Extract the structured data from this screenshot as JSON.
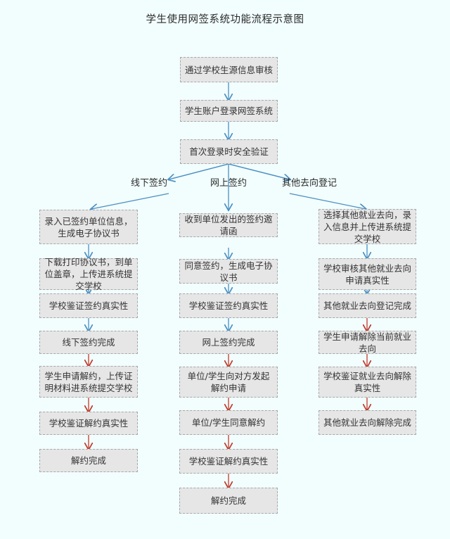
{
  "title": "学生使用网签系统功能流程示意图",
  "colors": {
    "background": "#f2fdfd",
    "node_fill": "#e6e6e6",
    "node_border": "#a8a8a8",
    "edge_blue": "#4a90c4",
    "edge_red": "#c0392b",
    "text": "#333333"
  },
  "trunk": [
    {
      "id": "t1",
      "label": "通过学校生源信息审核"
    },
    {
      "id": "t2",
      "label": "学生账户登录网签系统"
    },
    {
      "id": "t3",
      "label": "首次登录时安全验证"
    }
  ],
  "branch_labels": [
    {
      "id": "b-left",
      "label": "线下签约"
    },
    {
      "id": "b-mid",
      "label": "网上签约"
    },
    {
      "id": "b-right",
      "label": "其他去向登记"
    }
  ],
  "columns": {
    "left": {
      "name": "线下签约",
      "nodes": [
        {
          "id": "l1",
          "label": "录入已签约单位信息，生成电子协议书"
        },
        {
          "id": "l2",
          "label": "下载打印协议书，到单位盖章，上传进系统提交学校"
        },
        {
          "id": "l3",
          "label": "学校鉴证签约真实性"
        },
        {
          "id": "l4",
          "label": "线下签约完成"
        },
        {
          "id": "l5",
          "label": "学生申请解约，上传证明材料进系统提交学校"
        },
        {
          "id": "l6",
          "label": "学校鉴证解约真实性"
        },
        {
          "id": "l7",
          "label": "解约完成"
        }
      ]
    },
    "middle": {
      "name": "网上签约",
      "nodes": [
        {
          "id": "m1",
          "label": "收到单位发出的签约邀请函"
        },
        {
          "id": "m2",
          "label": "同意签约，生成电子协议书"
        },
        {
          "id": "m3",
          "label": "学校鉴证签约真实性"
        },
        {
          "id": "m4",
          "label": "网上签约完成"
        },
        {
          "id": "m5",
          "label": "单位/学生向对方发起解约申请"
        },
        {
          "id": "m6",
          "label": "单位/学生同意解约"
        },
        {
          "id": "m7",
          "label": "学校鉴证解约真实性"
        },
        {
          "id": "m8",
          "label": "解约完成"
        }
      ]
    },
    "right": {
      "name": "其他去向登记",
      "nodes": [
        {
          "id": "r1",
          "label": "选择其他就业去向，录入信息并上传进系统提交学校"
        },
        {
          "id": "r2",
          "label": "学校审核其他就业去向申请真实性"
        },
        {
          "id": "r3",
          "label": "其他就业去向登记完成"
        },
        {
          "id": "r4",
          "label": "学生申请解除当前就业去向"
        },
        {
          "id": "r5",
          "label": "学校鉴证就业去向解除真实性"
        },
        {
          "id": "r6",
          "label": "其他就业去向解除完成"
        }
      ]
    }
  }
}
